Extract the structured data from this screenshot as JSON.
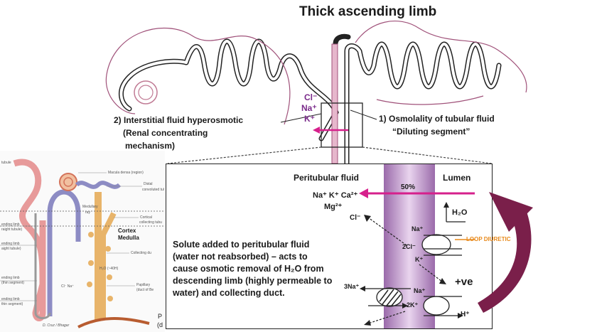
{
  "title": "Thick ascending limb",
  "labels": {
    "interstitial": "2) Interstitial fluid hyperosmotic",
    "renal": "(Renal concentrating",
    "mechanism": "mechanism)",
    "osmolality": "1) Osmolality of tubular fluid",
    "diluting": "“Diluting segment”",
    "ion_cl": "Cl⁻",
    "ion_na": "Na⁺",
    "ion_k": "K⁺"
  },
  "inset": {
    "peritubular": "Peritubular fluid",
    "lumen": "Lumen",
    "percent": "50%",
    "left_ions": "Na⁺  K⁺  Ca²⁺",
    "mg": "Mg²⁺",
    "cl_out": "Cl⁻",
    "h2o": "H₂O",
    "na_top": "Na⁺",
    "cl2": "2Cl⁻",
    "k_mid": "K⁺",
    "ve": "+ve",
    "na3": "3Na⁺",
    "na_bottom": "Na⁺",
    "k2": "2K⁺",
    "h_plus": "H⁺",
    "loop_diuretic": "LOOP DIURETIC",
    "solute_text": "Solute added to peritubular fluid (water not reabsorbed) – acts to cause osmotic removal of H₂O from descending limb (highly permeable to water) and collecting duct."
  },
  "nephron": {
    "tubule": "tubule",
    "macula": "Macula densa (region)",
    "distal": "Distal",
    "convoluted": "convoluted tul",
    "cortical": "Cortical",
    "collecting_tubu": "collecting tubu",
    "medullary": "Medullary",
    "ray": "ray",
    "cortex": "Cortex",
    "medulla": "Medulla",
    "collecting_du": "Collecting du",
    "ending_limb_1": "ending limb",
    "straight_1": "raight tubule)",
    "ending_limb_2": "ending limb",
    "straight_2": "aight tubule)",
    "ending_limb_3": "ending limb",
    "thin_3": "(thin segment)",
    "ending_limb_4": "ending limb",
    "thin_4": "thin segment)",
    "h2o_label": "H₂O (~40H)",
    "cl_na": "Cl⁻ Na⁺",
    "papillary": "Papillary",
    "duct_of": "(duct of Be",
    "p": "P",
    "d": "(d",
    "signature": "D. Cruz / Bhagar"
  },
  "colors": {
    "magenta": "#d6208c",
    "purple": "#b48ac2",
    "wine": "#7a1f4a",
    "orange": "#e8891a",
    "nephron_pink": "#e79a9a",
    "nephron_blue": "#8d8cc4",
    "nephron_tan": "#e8b46a"
  }
}
